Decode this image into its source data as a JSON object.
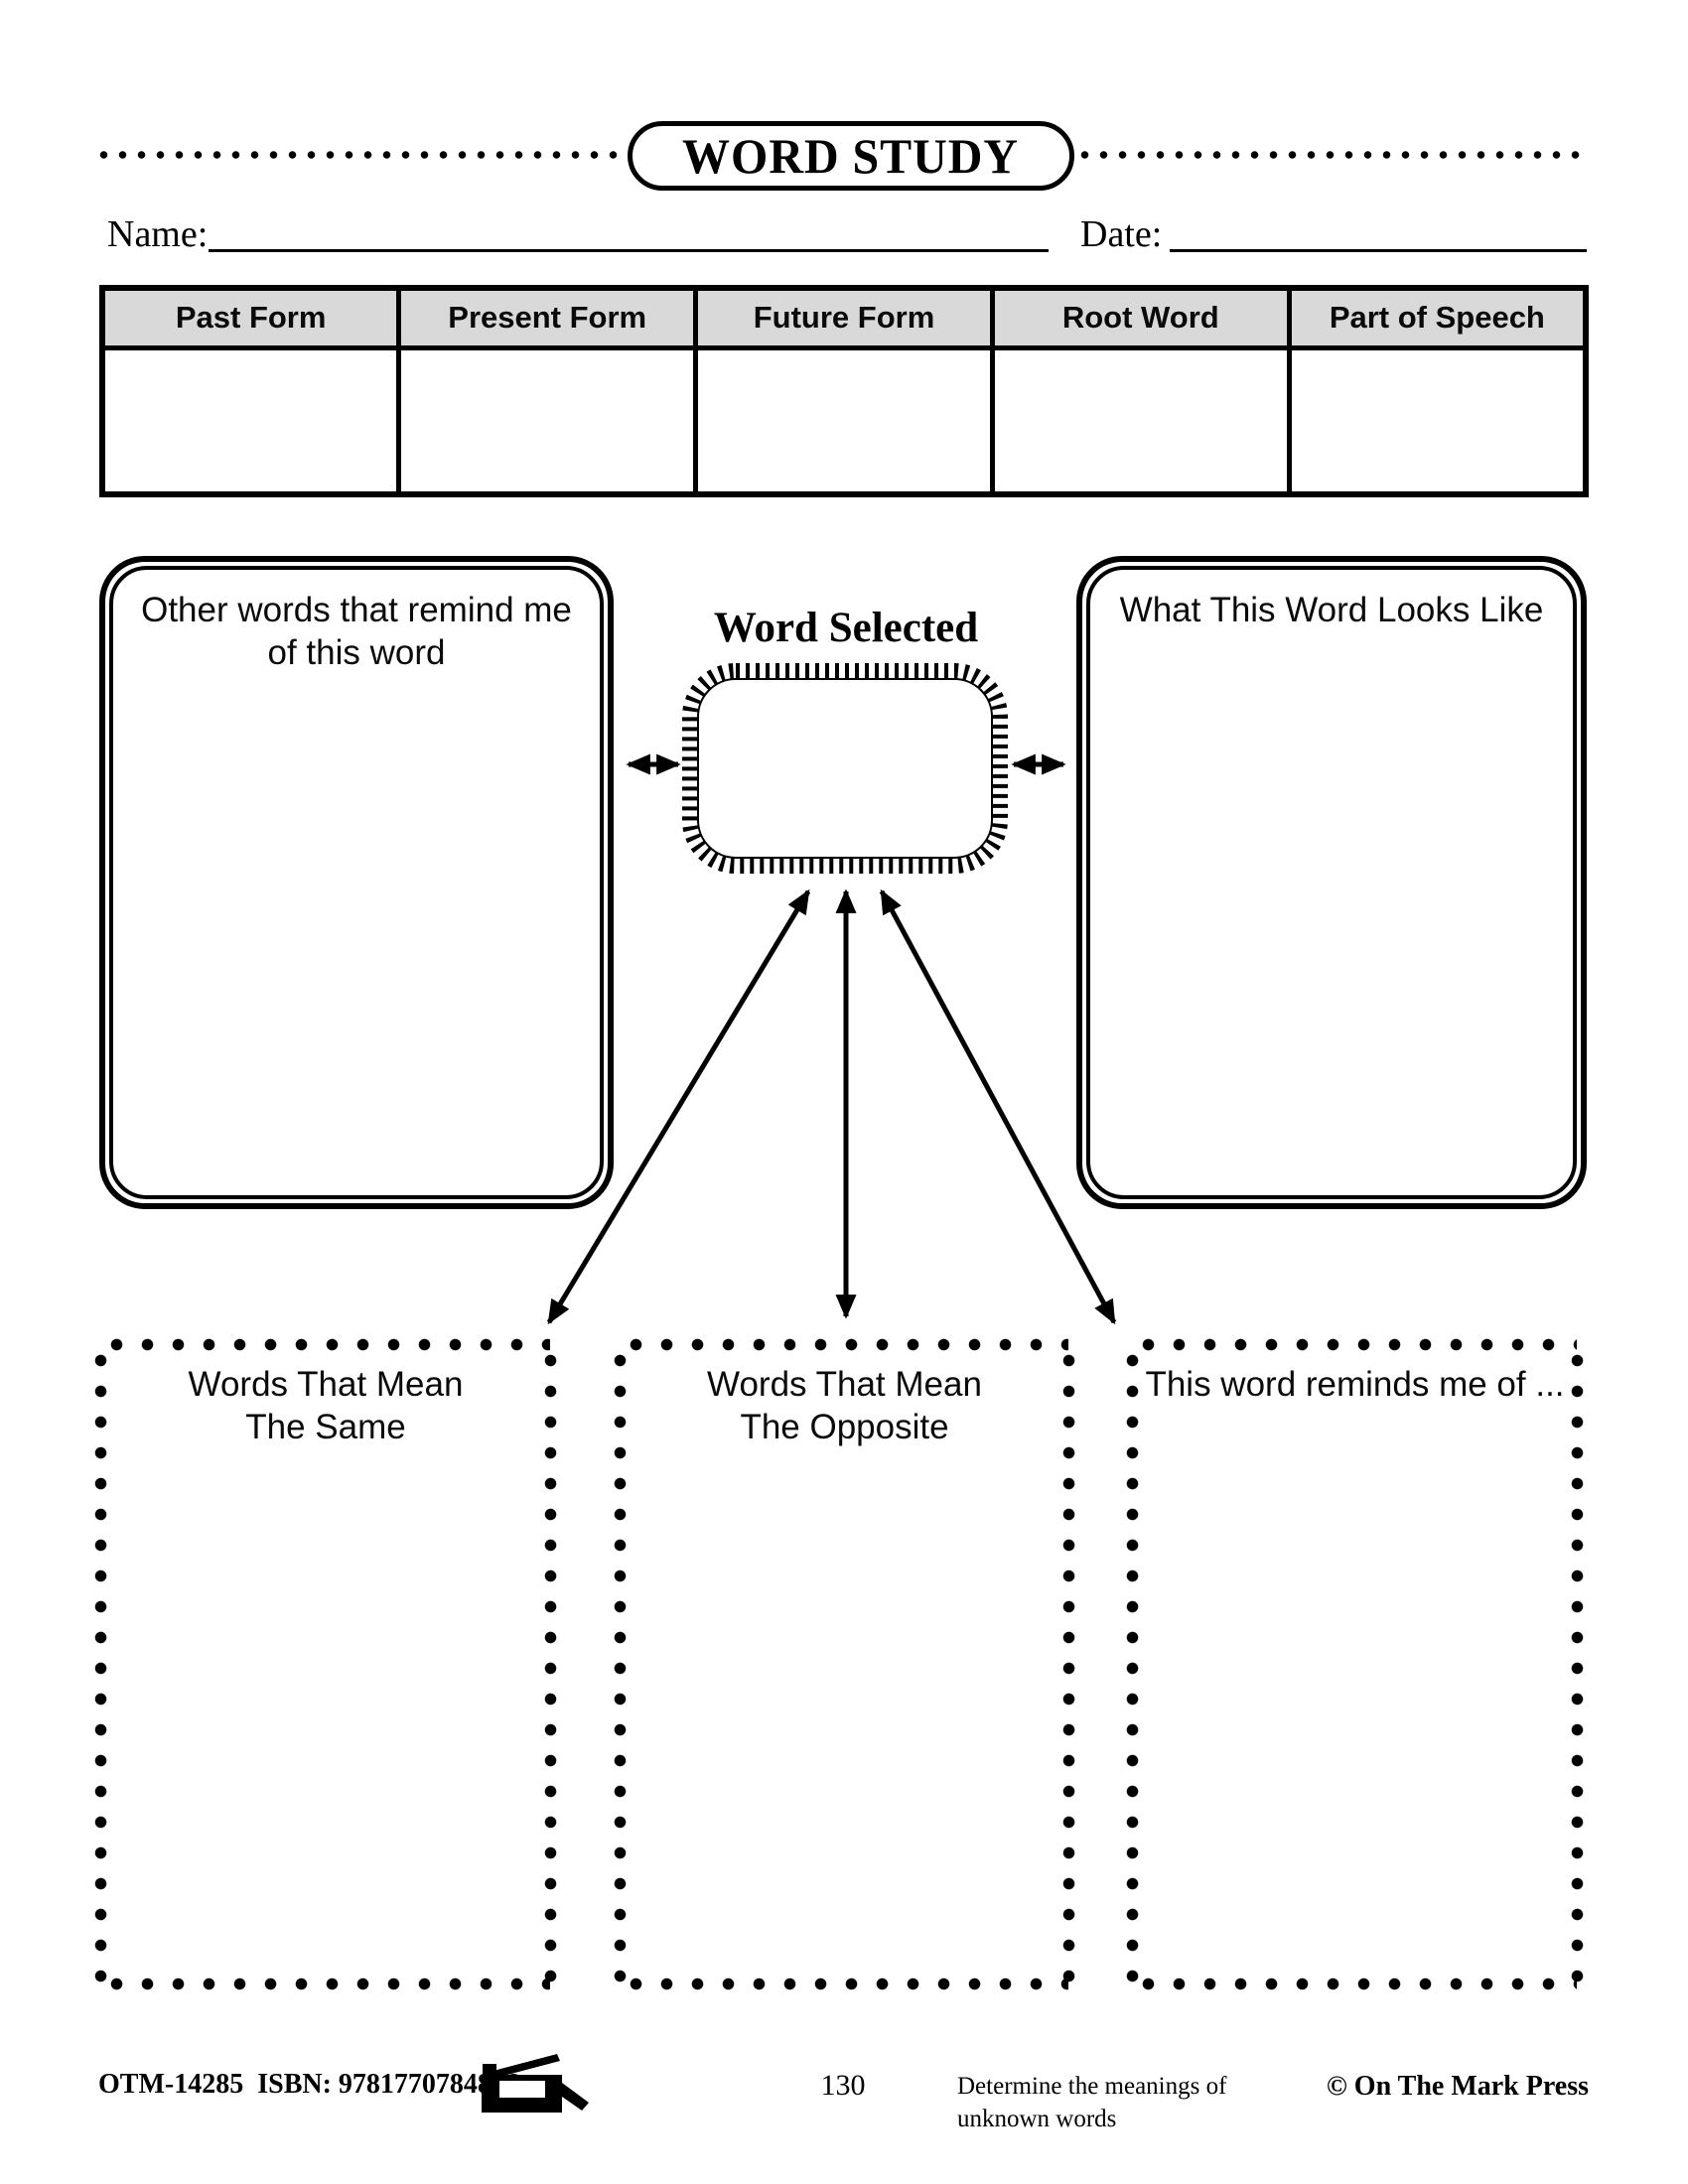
{
  "header": {
    "title": "WORD STUDY",
    "name_label": "Name:",
    "date_label": "Date:"
  },
  "table": {
    "headers": [
      "Past Form",
      "Present Form",
      "Future Form",
      "Root Word",
      "Part of Speech"
    ]
  },
  "diagram": {
    "center_label": "Word Selected",
    "other_words_line1": "Other words that remind me",
    "other_words_line2": "of this word",
    "looks_like_title": "What This Word Looks Like",
    "same_line1": "Words That Mean",
    "same_line2": "The Same",
    "opposite_line1": "Words That Mean",
    "opposite_line2": "The Opposite",
    "reminds_title": "This word reminds me of ..."
  },
  "footer": {
    "product_code": "OTM-14285",
    "isbn": "ISBN: 9781770784826",
    "page_number": "130",
    "description_line1": "Determine the meanings of",
    "description_line2": "unknown words",
    "publisher": "© On The Mark Press",
    "copier_icon": "photocopier-icon"
  },
  "colors": {
    "ink": "#000000",
    "paper": "#ffffff",
    "table_header_bg": "#d9d9d9"
  }
}
